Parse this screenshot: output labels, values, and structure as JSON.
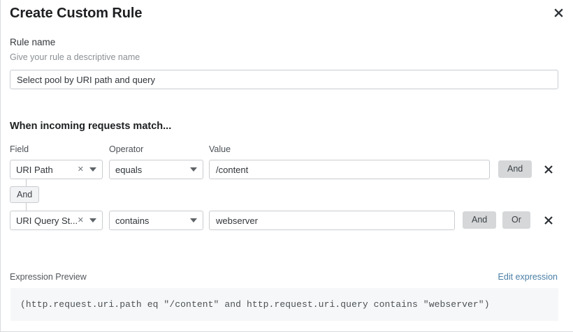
{
  "dialog": {
    "title": "Create Custom Rule",
    "close_icon": "close-icon"
  },
  "rule_name": {
    "label": "Rule name",
    "help": "Give your rule a descriptive name",
    "value": "Select pool by URI path and query",
    "placeholder": "Give your rule a descriptive name"
  },
  "match_section": {
    "title": "When incoming requests match...",
    "columns": {
      "field": "Field",
      "operator": "Operator",
      "value": "Value"
    },
    "connector": "And",
    "rows": [
      {
        "field": "URI Path",
        "operator": "equals",
        "value": "/content",
        "value_placeholder": "Value",
        "buttons": [
          "And"
        ],
        "delete_icon": "close-icon"
      },
      {
        "field": "URI Query St...",
        "operator": "contains",
        "value": "webserver",
        "value_placeholder": "Value",
        "buttons": [
          "And",
          "Or"
        ],
        "delete_icon": "close-icon"
      }
    ]
  },
  "expression": {
    "label": "Expression Preview",
    "edit_link": "Edit expression",
    "code": "(http.request.uri.path eq \"/content\" and http.request.uri.query contains \"webserver\")"
  },
  "colors": {
    "link": "#4a7fa6",
    "button_bg": "#d5d7d9",
    "border": "#c9ccd0",
    "code_bg": "#f6f7f8"
  }
}
